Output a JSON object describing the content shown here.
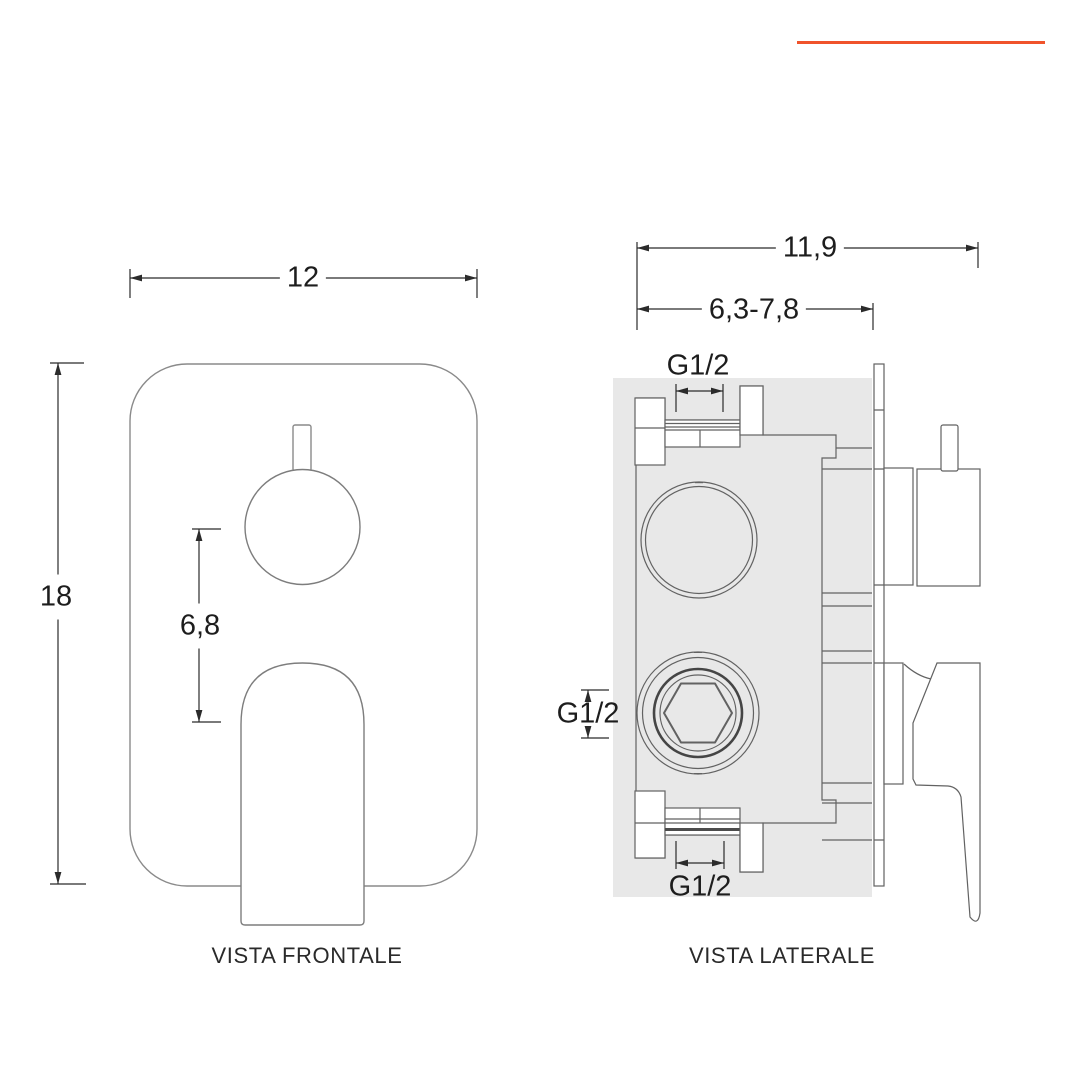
{
  "brand": {
    "accent_color": "#F0532B"
  },
  "drawing": {
    "colors": {
      "wall_box_fill": "#E8E8E8",
      "outline_gray": "#7D7D7D",
      "dimension_line": "#2B2B2B",
      "text": "#1D1D1D"
    },
    "front_view": {
      "title": "VISTA FRONTALE",
      "dimensions": {
        "plate_width": "12",
        "plate_height": "18",
        "handle_spacing": "6,8"
      }
    },
    "side_view": {
      "title": "VISTA LATERALE",
      "dimensions": {
        "total_depth": "11,9",
        "built_in_depth_range": "6,3-7,8",
        "top_connection": "G1/2",
        "side_connection": "G1/2",
        "bottom_connection": "G1/2"
      }
    }
  }
}
